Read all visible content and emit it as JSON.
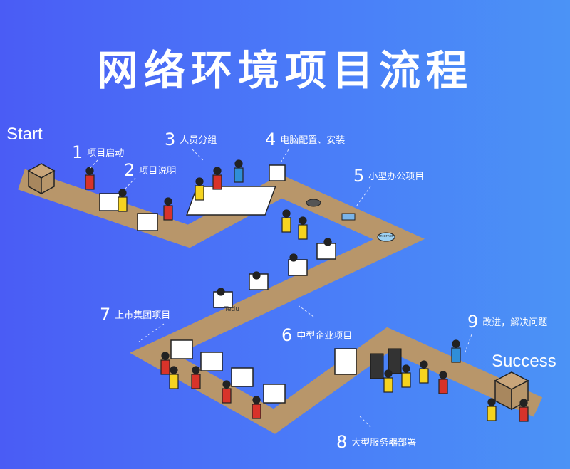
{
  "title": "网络环境项目流程",
  "start_label": "Start",
  "success_label": "Success",
  "steps": [
    {
      "num": "1",
      "text": "项目启动"
    },
    {
      "num": "2",
      "text": "项目说明"
    },
    {
      "num": "3",
      "text": "人员分组"
    },
    {
      "num": "4",
      "text": "电脑配置、安装"
    },
    {
      "num": "5",
      "text": "小型办公项目"
    },
    {
      "num": "6",
      "text": "中型企业项目"
    },
    {
      "num": "7",
      "text": "上市集团项目"
    },
    {
      "num": "8",
      "text": "大型服务器部署"
    },
    {
      "num": "9",
      "text": "改进，解决问题"
    }
  ],
  "monitor_brand": "Tedu",
  "cloud_label": "Internet",
  "colors": {
    "path": "#b8966a",
    "red": "#d8332a",
    "yellow": "#f5d320",
    "blue": "#2f8ed8"
  }
}
